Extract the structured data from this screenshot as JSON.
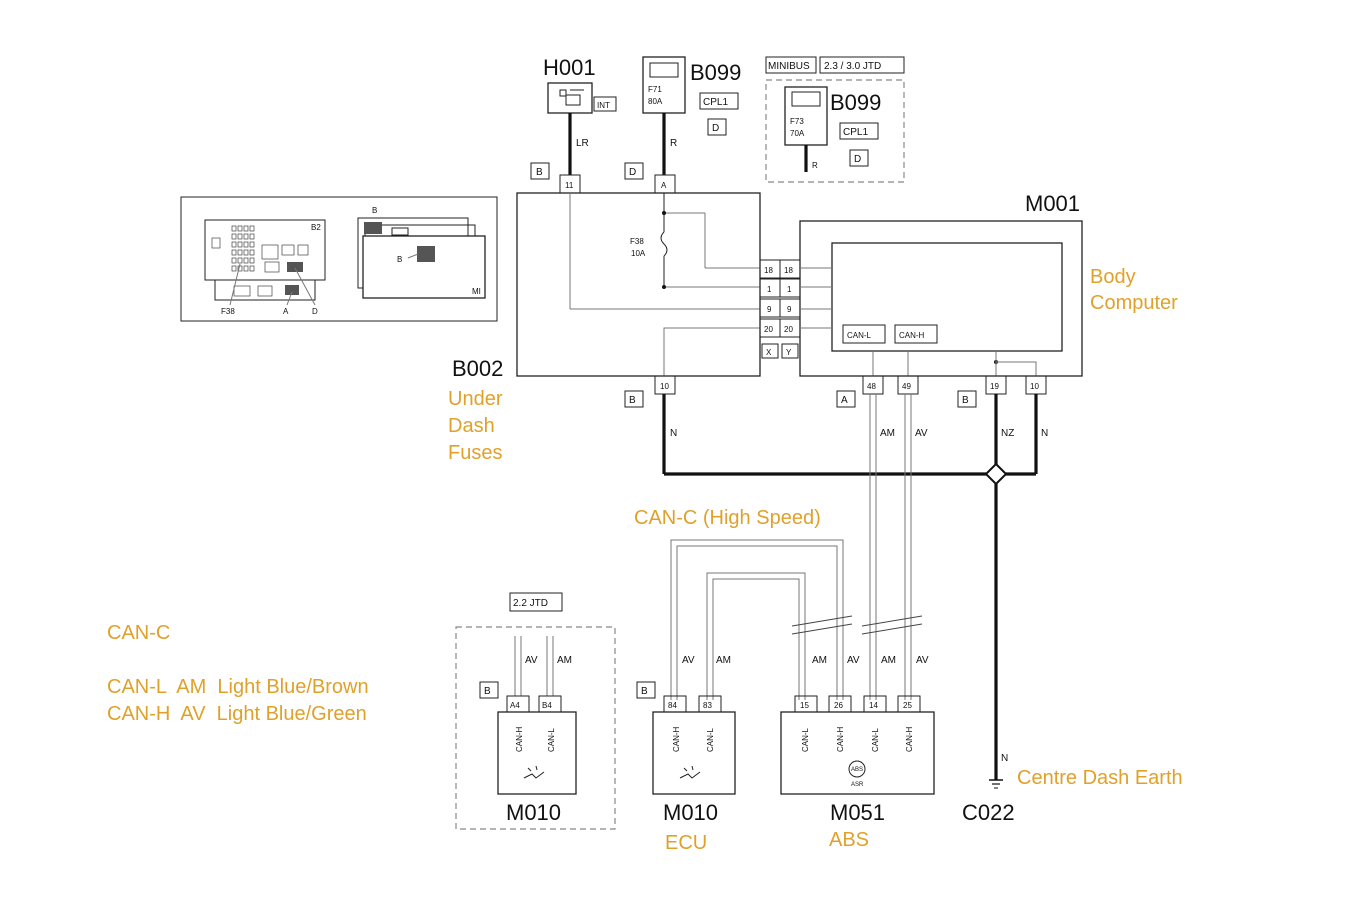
{
  "components": {
    "h001": {
      "code": "H001",
      "tag": "INT",
      "connector": "B",
      "pin": "11",
      "wire": "LR"
    },
    "b099_main": {
      "code": "B099",
      "fuse": "F71",
      "amps": "80A",
      "ref": "CPL1",
      "sub": "D",
      "connector": "D",
      "pin": "A",
      "wire": "R"
    },
    "b099_alt": {
      "code": "B099",
      "variant_a": "MINIBUS",
      "variant_b": "2.3 / 3.0 JTD",
      "fuse": "F73",
      "amps": "70A",
      "ref": "CPL1",
      "sub": "D",
      "wire": "R"
    },
    "b002": {
      "code": "B002",
      "fuse": "F38",
      "amps": "10A",
      "pins": [
        "18",
        "1",
        "9",
        "20"
      ],
      "ground_pin": "10",
      "ground_conn": "B",
      "ground_wire": "N",
      "tags": [
        "X",
        "Y"
      ]
    },
    "m001": {
      "code": "M001",
      "pins": [
        "18",
        "1",
        "9",
        "20"
      ],
      "can_l": "CAN-L",
      "can_h": "CAN-H",
      "bus_conn": "A",
      "bus_pins": [
        "48",
        "49"
      ],
      "bus_wires": [
        "AM",
        "AV"
      ],
      "gnd_conn": "B",
      "gnd_pins": [
        "19",
        "10"
      ],
      "gnd_wires": [
        "NZ",
        "N"
      ]
    },
    "m010_alt": {
      "code": "M010",
      "variant": "2.2 JTD",
      "connector": "B",
      "pins": [
        "A4",
        "B4"
      ],
      "wires": [
        "AV",
        "AM"
      ],
      "labels": [
        "CAN-H",
        "CAN-L"
      ]
    },
    "m010": {
      "code": "M010",
      "connector": "B",
      "pins": [
        "84",
        "83"
      ],
      "wires": [
        "AV",
        "AM"
      ],
      "labels": [
        "CAN-H",
        "CAN-L"
      ]
    },
    "m051": {
      "code": "M051",
      "pins": [
        "15",
        "26",
        "14",
        "25"
      ],
      "wires": [
        "AM",
        "AV",
        "AM",
        "AV"
      ],
      "labels": [
        "CAN-L",
        "CAN-H",
        "CAN-L",
        "CAN-H"
      ],
      "logo": "ABS",
      "sub": "ASR"
    },
    "c022": {
      "code": "C022",
      "wire": "N"
    }
  },
  "inset": {
    "b2": "B2",
    "b": "B",
    "m1": "MI",
    "b_inner": "B",
    "labels": [
      "F38",
      "A",
      "D"
    ]
  },
  "annotations": {
    "body_computer_1": "Body",
    "body_computer_2": "Computer",
    "under_dash_1": "Under",
    "under_dash_2": "Dash",
    "under_dash_3": "Fuses",
    "can_c_high": "CAN-C (High Speed)",
    "legend_title": "CAN-C",
    "legend_l": "CAN-L  AM  Light Blue/Brown",
    "legend_h": "CAN-H  AV  Light Blue/Green",
    "earth": "Centre Dash Earth",
    "ecu": "ECU",
    "abs": "ABS"
  },
  "colors": {
    "annotation": "#e0a12a",
    "line": "#111111"
  }
}
